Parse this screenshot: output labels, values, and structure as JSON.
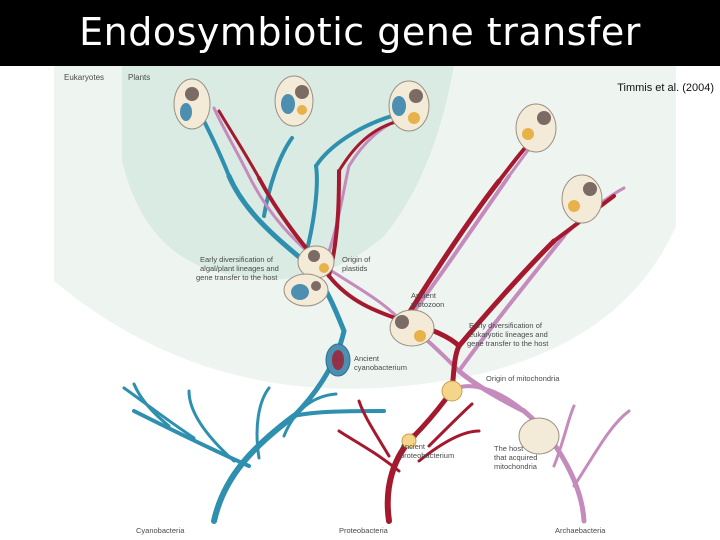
{
  "title": "Endosymbiotic gene transfer",
  "citation": "Timmis et al. (2004)",
  "regions": {
    "eukaryotes": "Eukaryotes",
    "plants": "Plants"
  },
  "labels": {
    "early_algal": [
      "Early diversification of",
      "algal/plant lineages and",
      "gene transfer to the host"
    ],
    "origin_plastids": [
      "Origin of",
      "plastids"
    ],
    "ancient_protozoon": [
      "Ancient",
      "protozoon"
    ],
    "early_eukaryotic": [
      "Early diversification of",
      "eukaryotic lineages and",
      "gene transfer to the host"
    ],
    "ancient_cyanobacterium": [
      "Ancient",
      "cyanobacterium"
    ],
    "origin_mitochondria": "Origin of mitochondria",
    "ancient_proteobacterium": [
      "Ancient",
      "proteobacterium"
    ],
    "host": [
      "The host",
      "that acquired",
      "mitochondria"
    ]
  },
  "groups": {
    "cyanobacteria": "Cyanobacteria",
    "proteobacteria": "Proteobacteria",
    "archaebacteria": "Archaebacteria"
  },
  "colors": {
    "cyan": "#2e8fae",
    "red": "#a4192e",
    "pink": "#c48bbc",
    "dome_outer": "#eef5f0",
    "dome_inner": "#d9ebe3",
    "cell": "#f3ead8"
  }
}
